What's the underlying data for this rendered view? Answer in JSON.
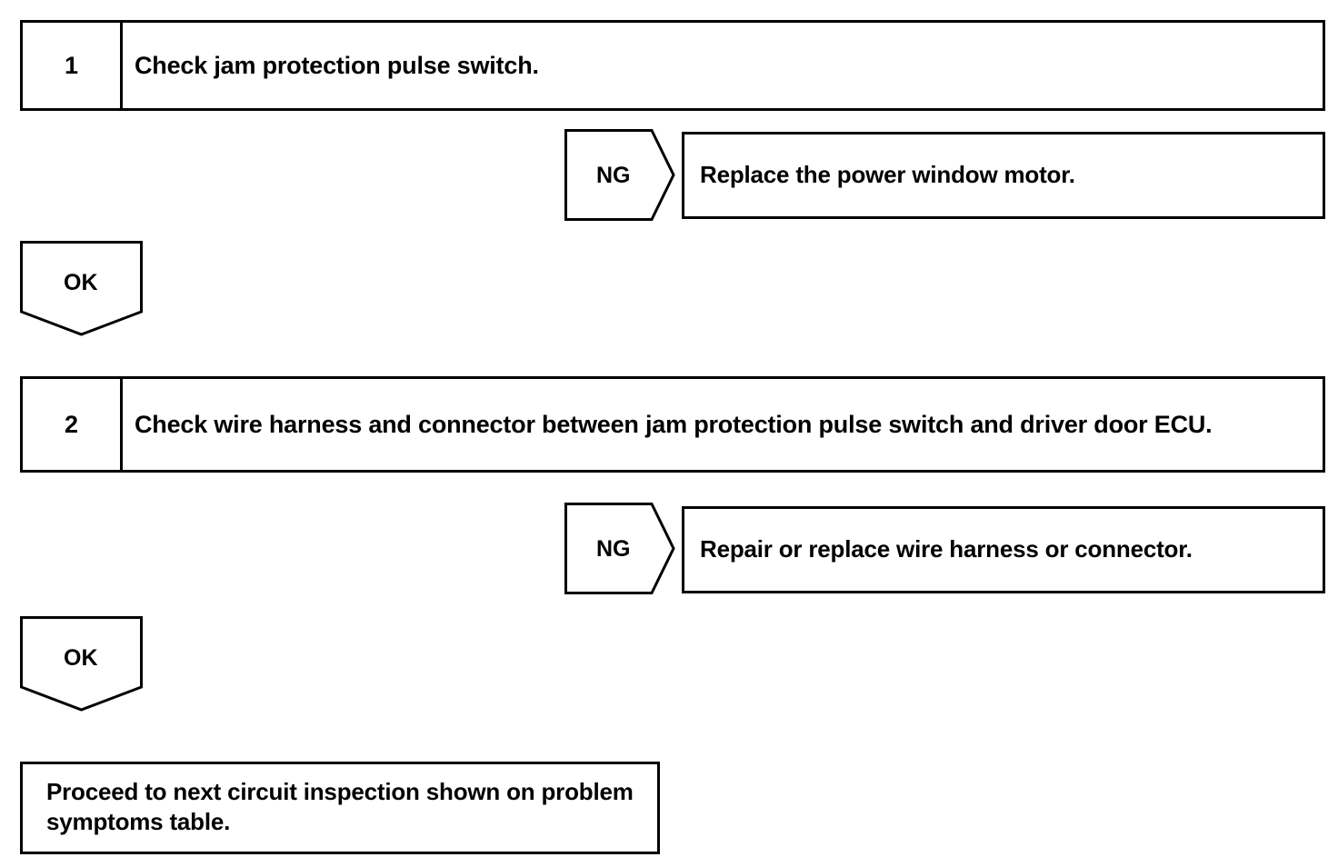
{
  "diagram": {
    "type": "troubleshooting-flowchart",
    "steps": [
      {
        "number": "1",
        "text": "Check jam protection pulse switch."
      },
      {
        "number": "2",
        "text": "Check wire harness and connector between jam protection pulse switch and driver door ECU."
      }
    ],
    "branches": [
      {
        "label": "NG",
        "result": "Replace the power window motor."
      },
      {
        "label": "NG",
        "result": "Repair or replace wire harness or connector."
      }
    ],
    "pass_labels": [
      {
        "label": "OK"
      },
      {
        "label": "OK"
      }
    ],
    "conclusion": {
      "text": "Proceed to next circuit inspection shown on problem symptoms table."
    },
    "colors": {
      "stroke": "#000000",
      "background": "#ffffff",
      "text": "#000000"
    }
  }
}
